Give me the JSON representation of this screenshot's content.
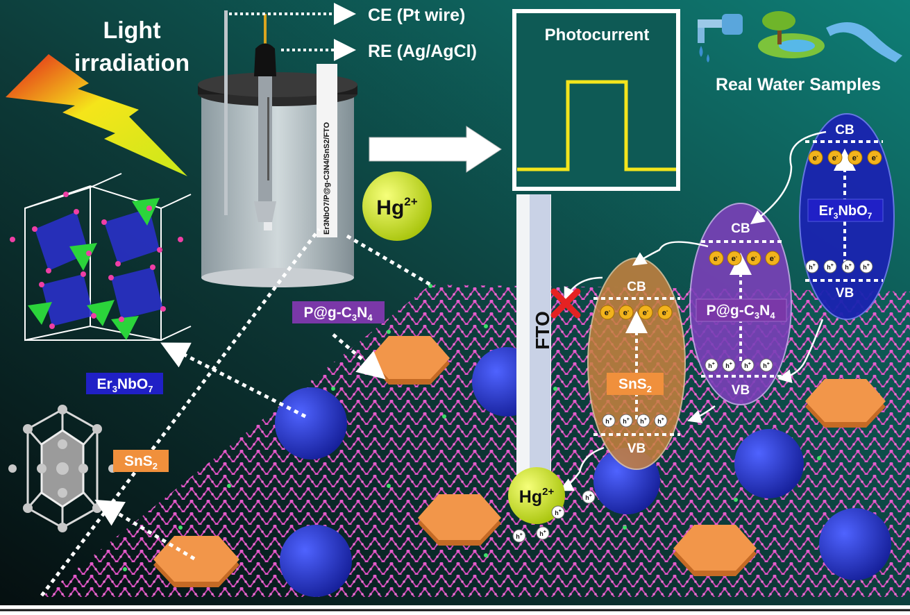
{
  "heading": {
    "light": [
      "Light",
      "irradiation"
    ],
    "ce": "CE (Pt wire)",
    "re": "RE (Ag/AgCl)",
    "electrode_label": "Er3NbO7/P@g-C3N4/SnS2/FTO",
    "photocurrent": "Photocurrent",
    "real_water": "Real Water Samples"
  },
  "materials": {
    "er3nbo7": {
      "base": "Er",
      "s1": "3",
      "mid": "NbO",
      "s2": "7"
    },
    "sns2": {
      "base": "SnS",
      "s1": "2"
    },
    "pgc3n4": {
      "base": "P@g-C",
      "s1": "3",
      "mid": "N",
      "s2": "4"
    }
  },
  "hg": {
    "base": "Hg",
    "sup": "2+"
  },
  "fto": "FTO",
  "bands": {
    "cb": "CB",
    "vb": "VB",
    "electron": "e",
    "electron_sup": "-",
    "hole": "h",
    "hole_sup": "+"
  },
  "colors": {
    "bg_dark": "#0f3d3a",
    "bg_teal": "#0d7a72",
    "er3nbo7": "#2a36b8",
    "sns2": "#f5a050",
    "pgc3n4": "#7a3ab0",
    "hg": "#d8ef1a",
    "mesh": "#e04fc0",
    "label_blue": "#2323c8",
    "label_orange": "#f0903c",
    "label_purple": "#7a3aa8"
  }
}
